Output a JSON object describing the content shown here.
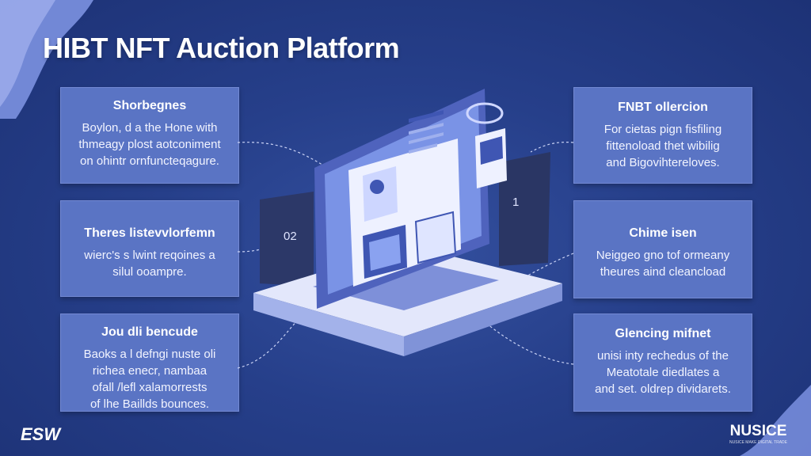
{
  "title": "HIBT NFT Auction Platform",
  "cards": {
    "left": [
      {
        "title": "Shorbegnes",
        "lines": [
          "Boylon, d a the Hone with",
          "thmeagy plost aotconiment",
          "on ohintr ornfuncteqagure."
        ]
      },
      {
        "title": "Theres listevvlorfemn",
        "lines": [
          "wierc's s lwint reqoines a",
          "silul ooampre."
        ]
      },
      {
        "title": "Jou dli bencude",
        "lines": [
          "Baoks a l defngi nuste oli",
          "richea enecr, nambaa",
          "ofall /lefl xalamorrests",
          "of lhe Baillds bounces."
        ]
      }
    ],
    "right": [
      {
        "title": "FNBT ollercion",
        "lines": [
          "For cietas pign fisfiling",
          "fittenoload thet wibilig",
          "and Bigovihtereloves."
        ]
      },
      {
        "title": "Chime isen",
        "lines": [
          "Neiggeo gno tof ormeany",
          "theures aind cleancload"
        ]
      },
      {
        "title": "Glencing mifnet",
        "lines": [
          "unisi inty rechedus of the",
          "Meatotale diedlates a",
          "and set. oldrep dividarets."
        ]
      }
    ]
  },
  "labels": {
    "num_left": "02",
    "num_right": "1"
  },
  "branding": {
    "left": "ESW",
    "right": "NUSICE",
    "right_small": "NUSICE MAKE DIGITAL TRADE"
  },
  "colors": {
    "background": "#263f8a",
    "card": "#5a74c4",
    "accent": "#b9c4f2"
  }
}
